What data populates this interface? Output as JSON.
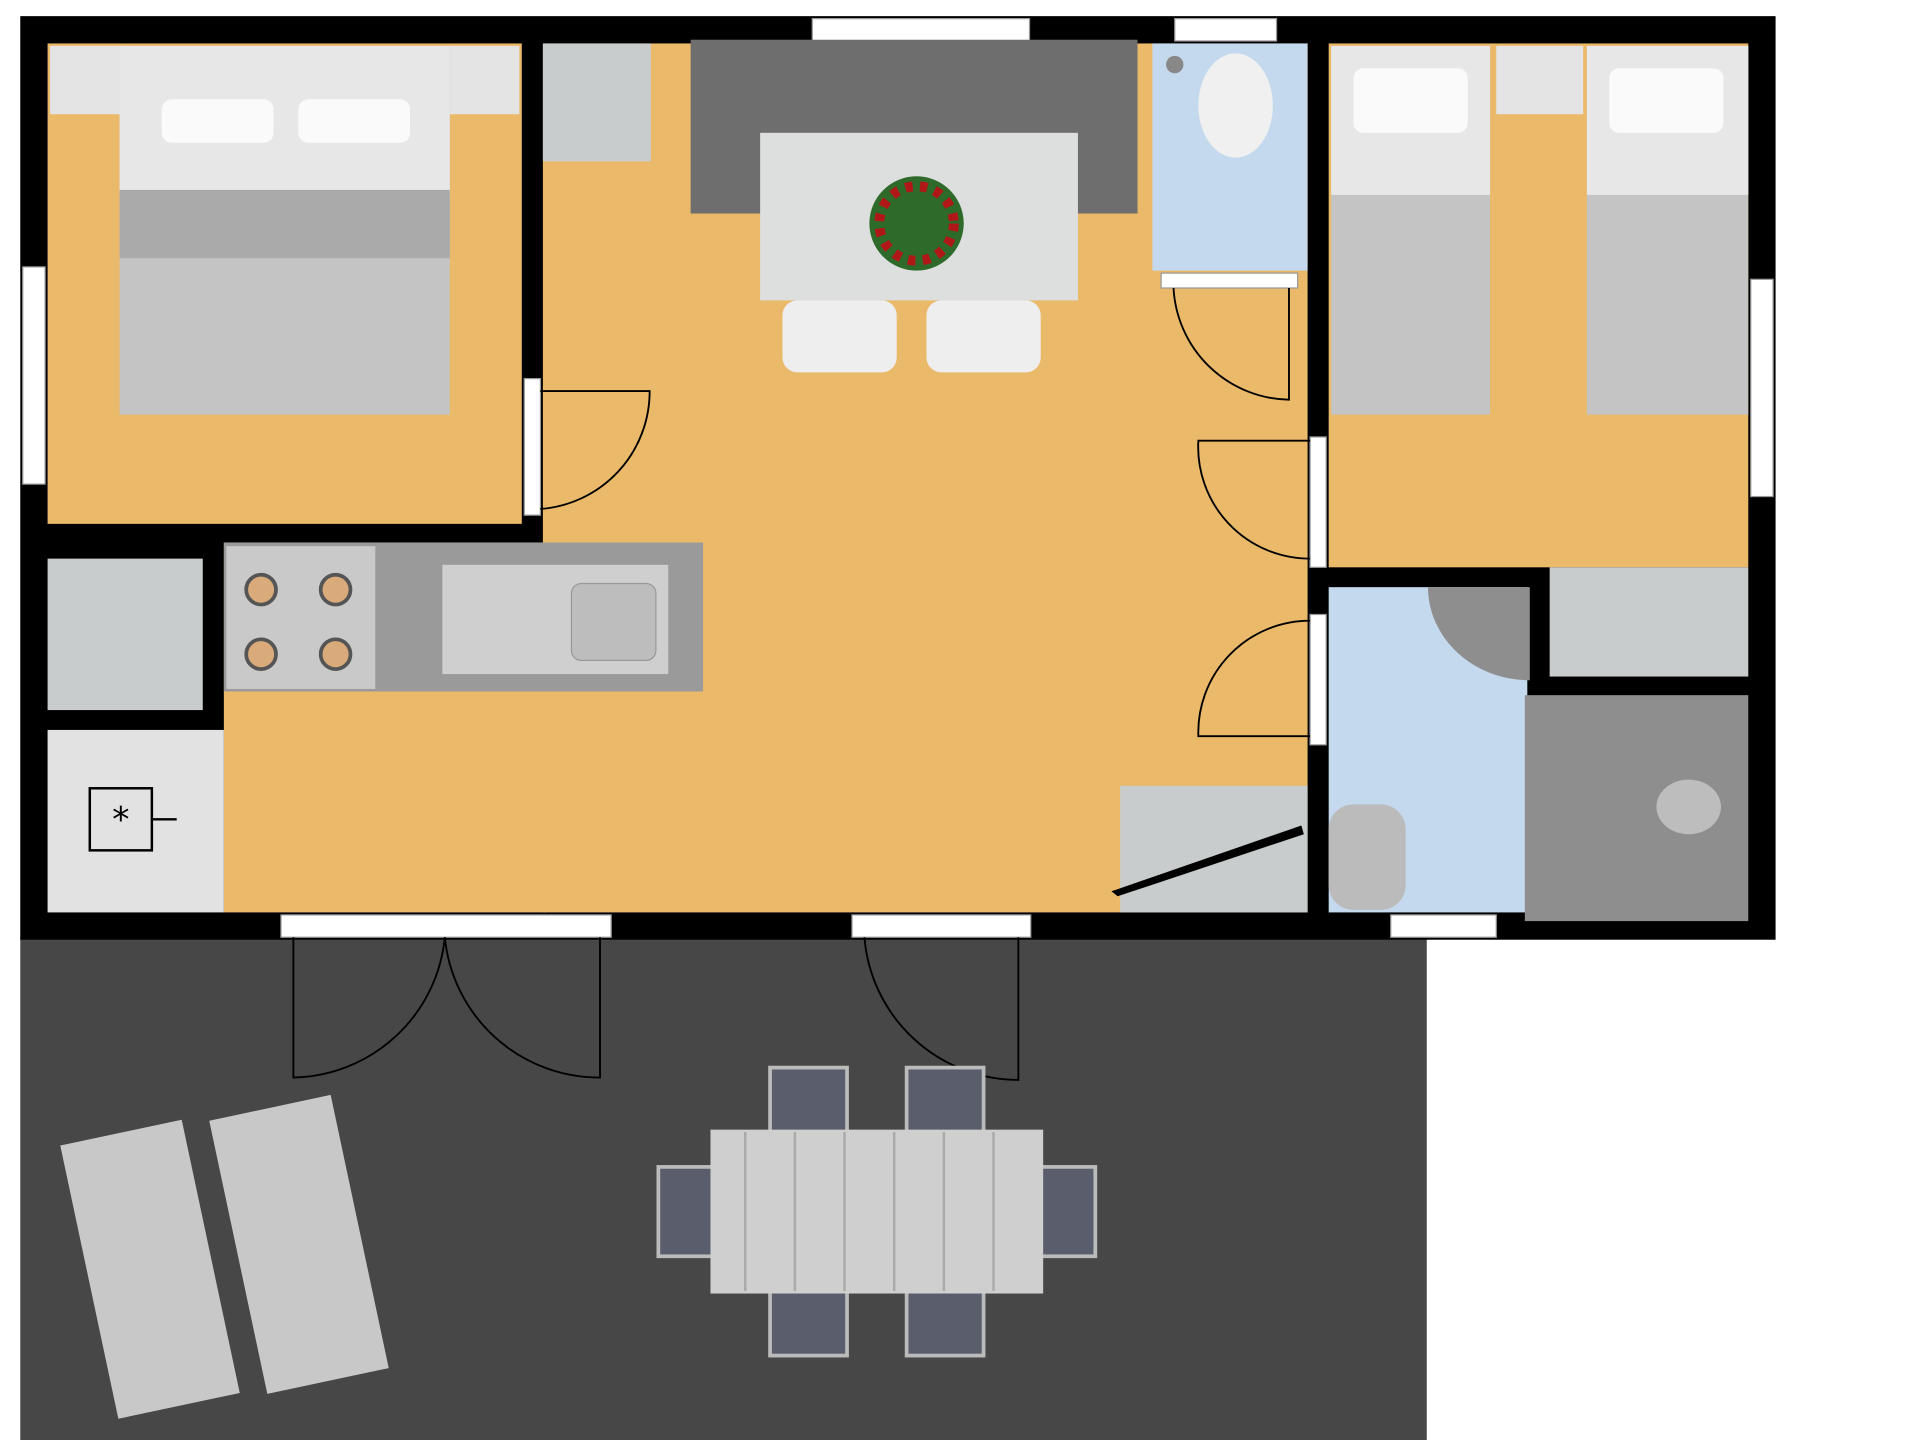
{
  "plan": {
    "colors": {
      "floor": "#EBB96A",
      "wall": "#000000",
      "bathroom_floor": "#C5D9EE",
      "terrace": "#474747",
      "cabinet": "#C8CCCC",
      "shower": "#8E8E8E",
      "furniture": "#DDDFDF",
      "sofa": "#6E6E6E"
    },
    "rooms": [
      "master-bedroom",
      "living-kitchen",
      "wc",
      "twin-bedroom",
      "bathroom",
      "shower",
      "terrace"
    ]
  }
}
